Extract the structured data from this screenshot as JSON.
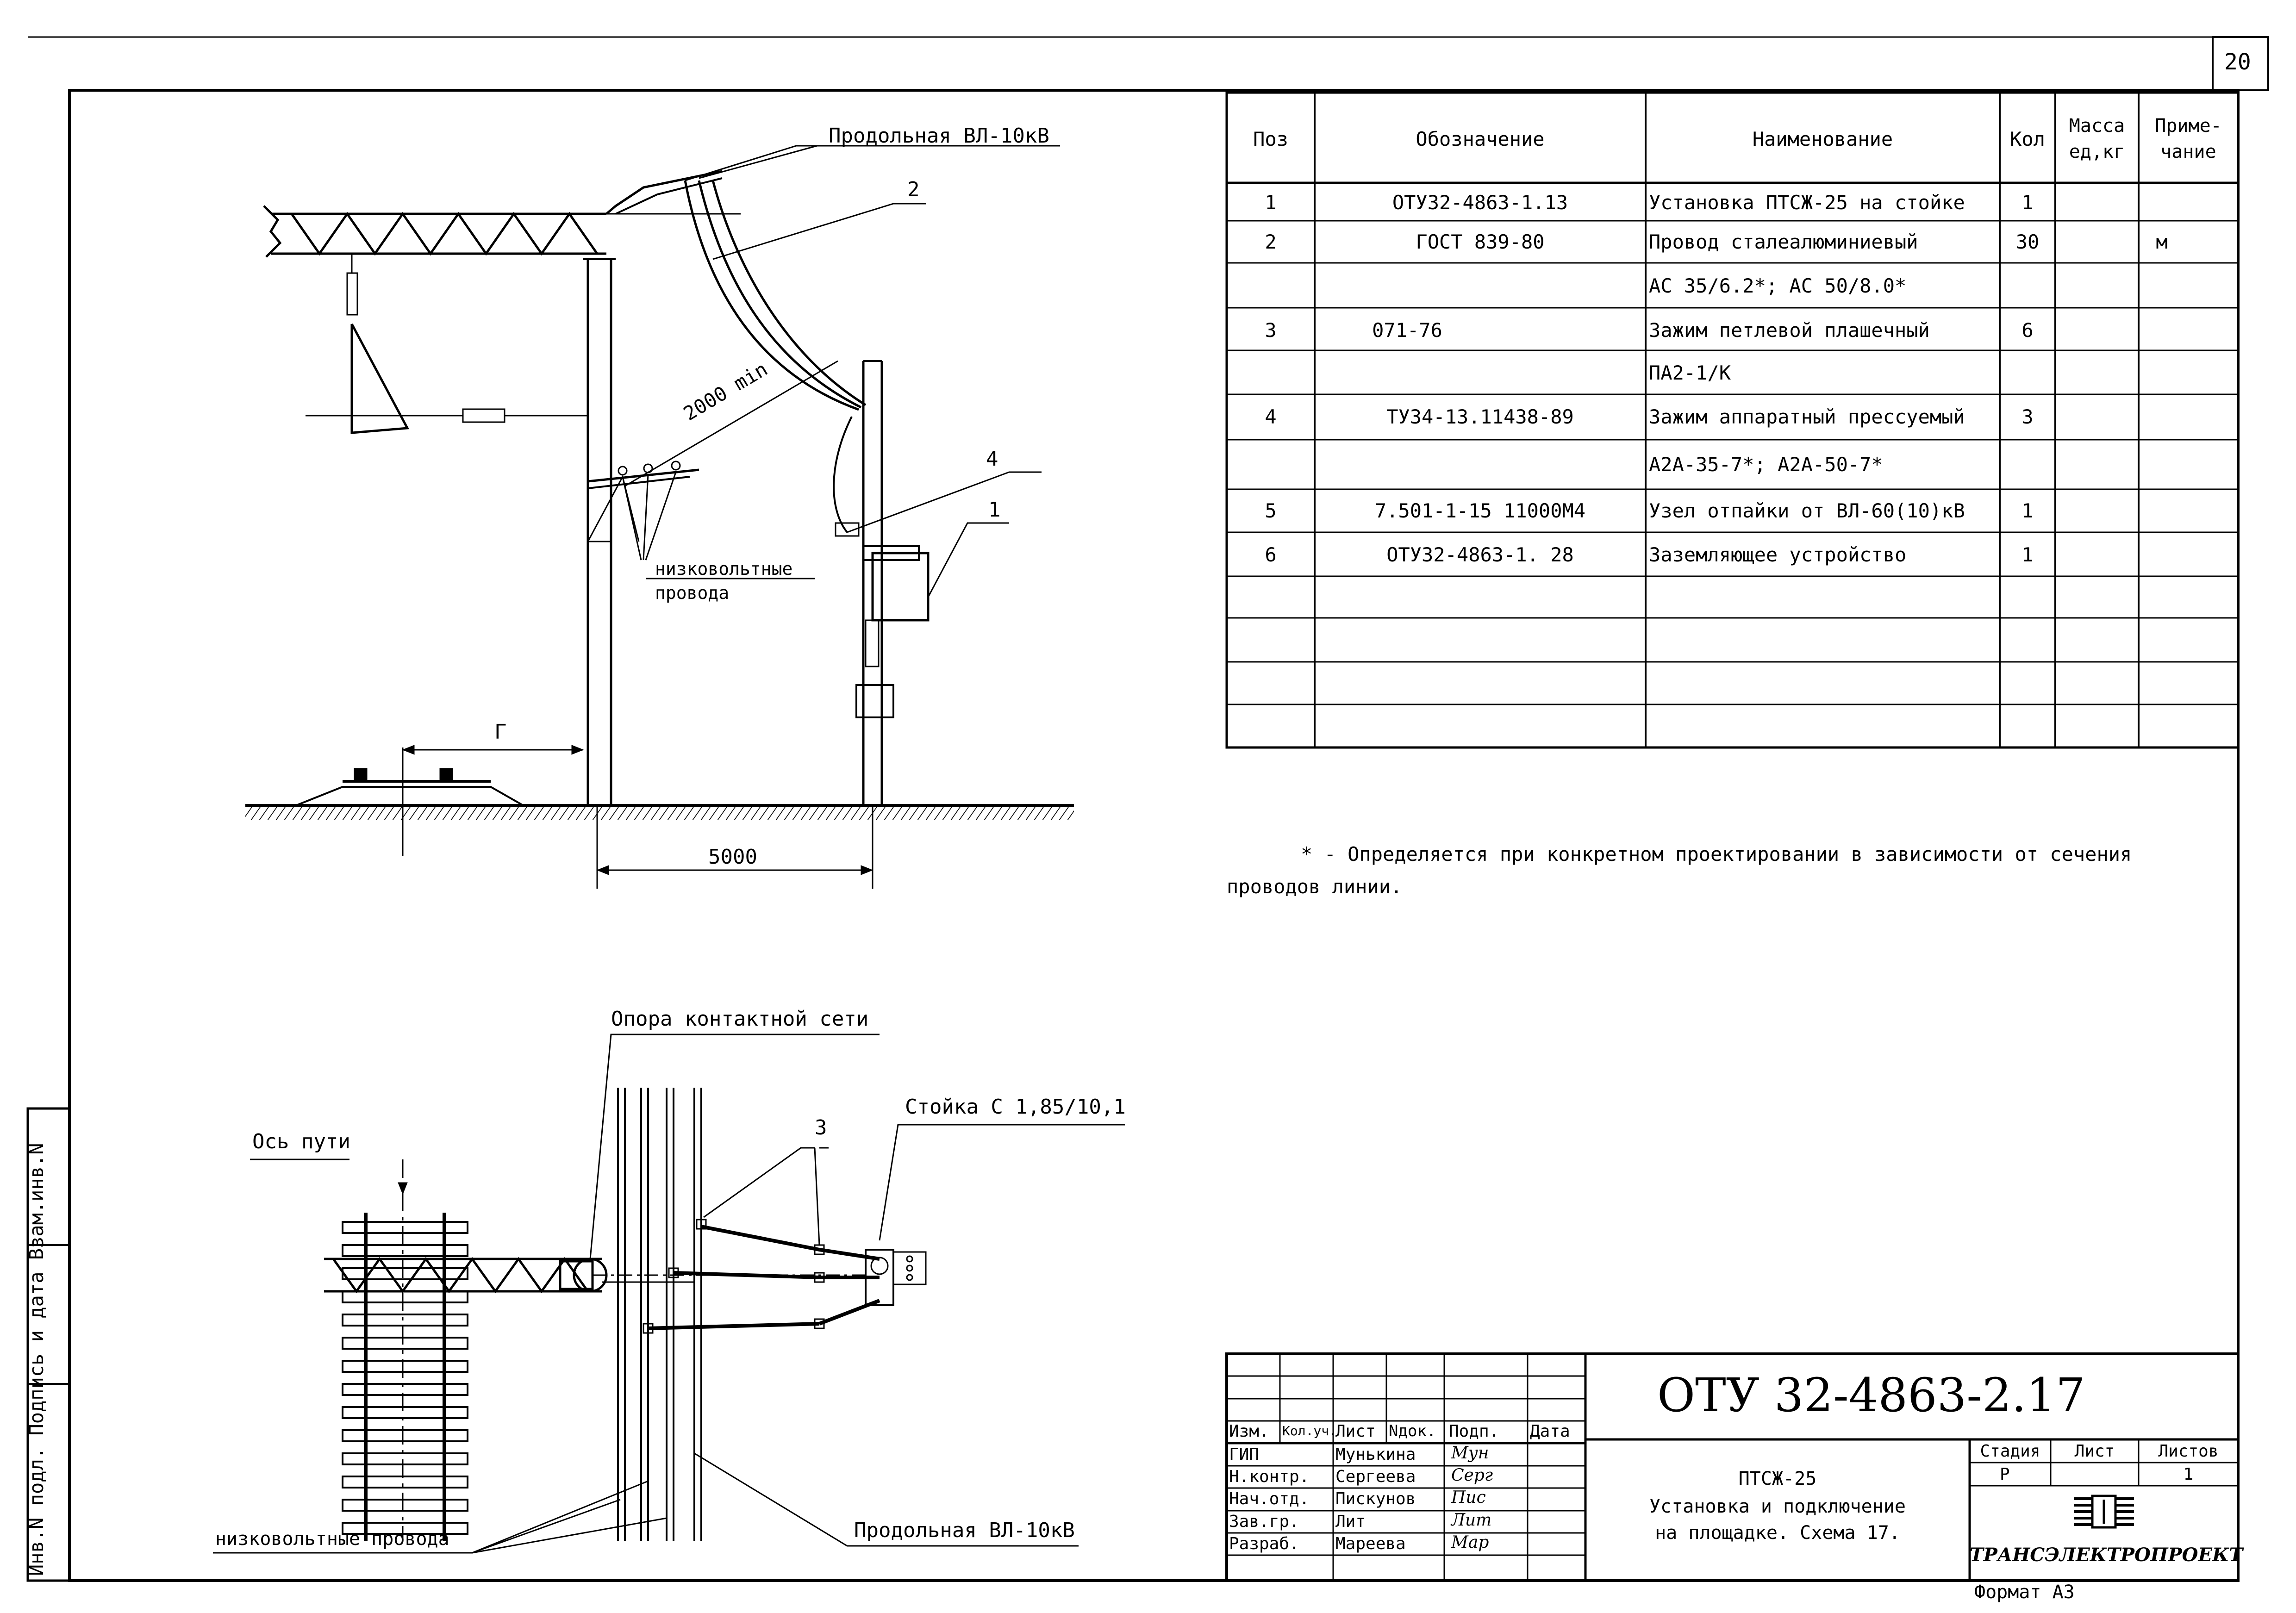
{
  "sheet_number": "20",
  "drawing": {
    "elevation": {
      "label_longitudinal_line": "Продольная ВЛ-10кВ",
      "label_pos_2": "2",
      "label_pos_4": "4",
      "label_pos_1": "1",
      "label_low_voltage_line1": "низковольтные",
      "label_low_voltage_line2": "провода",
      "dim_min": "2000 min",
      "dim_g": "Г",
      "dim_5000": "5000"
    },
    "plan": {
      "label_support": "Опора контактной сети",
      "label_post": "Стойка С 1,85/10,1",
      "label_track_axis": "Ось пути",
      "label_pos_3": "3",
      "label_low_voltage": "низковольтные провода",
      "label_longitudinal_line": "Продольная ВЛ-10кВ"
    }
  },
  "spec_table": {
    "headers": {
      "pos": "Поз",
      "designation": "Обозначение",
      "name": "Наименование",
      "qty": "Кол",
      "mass_line1": "Масса",
      "mass_line2": "ед,кг",
      "note_line1": "Приме-",
      "note_line2": "чание"
    },
    "rows": [
      {
        "pos": "1",
        "designation": "ОТУ32-4863-1.13",
        "name": "Установка ПТСЖ-25 на стойке",
        "qty": "1",
        "mass": "",
        "note": ""
      },
      {
        "pos": "2",
        "designation": "ГОСТ 839-80",
        "name": "Провод сталеалюминиевый",
        "qty": "30",
        "mass": "",
        "note": "м"
      },
      {
        "pos": "",
        "designation": "",
        "name": "АС 35/6.2*; АС 50/8.0*",
        "qty": "",
        "mass": "",
        "note": ""
      },
      {
        "pos": "3",
        "designation": "071-76",
        "name": "Зажим петлевой плашечный",
        "qty": "6",
        "mass": "",
        "note": ""
      },
      {
        "pos": "",
        "designation": "",
        "name": "ПА2-1/К",
        "qty": "",
        "mass": "",
        "note": ""
      },
      {
        "pos": "4",
        "designation": "ТУ34-13.11438-89",
        "name": "Зажим аппаратный прессуемый",
        "qty": "3",
        "mass": "",
        "note": ""
      },
      {
        "pos": "",
        "designation": "",
        "name": "А2А-35-7*; А2А-50-7*",
        "qty": "",
        "mass": "",
        "note": ""
      },
      {
        "pos": "5",
        "designation": "7.501-1-15 11000М4",
        "name": "Узел отпайки от ВЛ-60(10)кВ",
        "qty": "1",
        "mass": "",
        "note": ""
      },
      {
        "pos": "6",
        "designation": "ОТУ32-4863-1. 28",
        "name": "Заземляющее устройство",
        "qty": "1",
        "mass": "",
        "note": ""
      },
      {
        "pos": "",
        "designation": "",
        "name": "",
        "qty": "",
        "mass": "",
        "note": ""
      },
      {
        "pos": "",
        "designation": "",
        "name": "",
        "qty": "",
        "mass": "",
        "note": ""
      },
      {
        "pos": "",
        "designation": "",
        "name": "",
        "qty": "",
        "mass": "",
        "note": ""
      },
      {
        "pos": "",
        "designation": "",
        "name": "",
        "qty": "",
        "mass": "",
        "note": ""
      }
    ]
  },
  "footnote_line1": "* - Определяется при конкретном проектировании в зависимости от сечения",
  "footnote_line2": "проводов линии.",
  "title_block": {
    "code": "ОТУ 32-4863-2.17",
    "col_izm": "Изм.",
    "col_kol": "Кол.уч.",
    "col_list": "Лист",
    "col_ndok": "Nдок.",
    "col_podp": "Подп.",
    "col_data": "Дата",
    "staff": [
      {
        "role": "ГИП",
        "name": "Мунькина",
        "sign": "Мун"
      },
      {
        "role": "Н.контр.",
        "name": "Сергеева",
        "sign": "Серг"
      },
      {
        "role": "Нач.отд.",
        "name": "Пискунов",
        "sign": "Пис"
      },
      {
        "role": "Зав.гр.",
        "name": "Лит",
        "sign": "Лит"
      },
      {
        "role": "Разраб.",
        "name": "Мареева",
        "sign": "Мар"
      }
    ],
    "product": "ПТСЖ-25",
    "title_line1": "Установка и подключение",
    "title_line2": "на площадке. Схема 17.",
    "stage_label": "Стадия",
    "sheet_label": "Лист",
    "sheets_label": "Листов",
    "stage_value": "Р",
    "sheet_value": "",
    "sheets_value": "1",
    "organization": "ТРАНСЭЛЕКТРОПРОЕКТ"
  },
  "side_stamp": "Инв.N подл.   Подпись и дата   Взам.инв.N",
  "format_label": "Формат А3"
}
